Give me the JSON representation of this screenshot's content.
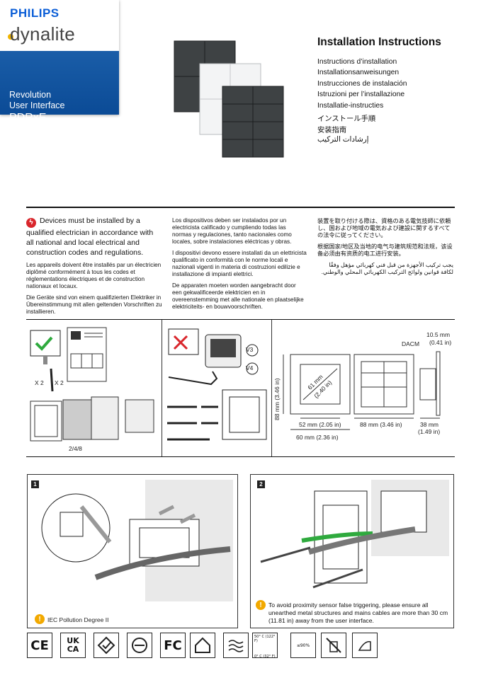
{
  "brand": {
    "company": "PHILIPS",
    "product_line": "dynalite",
    "model": "PDRxE",
    "subtitle1": "Revolution",
    "subtitle2": "User Interface"
  },
  "title": "Installation Instructions",
  "languages": [
    "Instructions d’installation",
    "Installationsanweisungen",
    "Instrucciones de instalación",
    "Istruzioni per l’installazione",
    "Installatie-instructies",
    "インストール手順",
    "安装指南",
    "إرشادات التركيب"
  ],
  "warnings": {
    "en": "Devices must be installed by a qualified electrician in accordance with all national and local electrical and construction codes and regulations.",
    "fr": "Les appareils doivent être installés par un électricien diplômé conformément à tous les codes et réglementations électriques et de construction nationaux et locaux.",
    "de": "Die Geräte sind von einem qualifizierten Elektriker in Übereinstimmung mit allen geltenden Vorschriften zu installieren.",
    "es": "Los dispositivos deben ser instalados por un electricista calificado y cumpliendo todas las normas y regulaciones, tanto nacionales como locales, sobre instalaciones eléctricas y obras.",
    "it": "I dispositivi devono essere installati da un elettricista qualificato in conformità con le norme locali e nazionali vigenti in materia di costruzioni edilizie e installazione di impianti elettrici.",
    "nl": "De apparaten moeten worden aangebracht door een gekwalificeerde elektricien en in overeenstemming met alle nationale en plaatselijke elektriciteits- en bouwvoorschriften.",
    "ja": "装置を取り付ける際は、資格のある電気技師に依頼し、国および地域の電気および建設に関するすべての法令に従ってください。",
    "zh": "根据国家/地区及当地的电气与建筑规范和法规，该设备必须由有资质的电工进行安装。",
    "ar": "يجب تركيب الأجهزة من قبل فني كهربائي مؤهل وفقًا لكافة قوانين ولوائح التركيب الكهربائي المحلي والوطني."
  },
  "contents": {
    "screws_a": "X 2",
    "screws_b": "X 2",
    "variants": "2/4/8",
    "v3": "V3",
    "v4": "V4"
  },
  "dimensions": {
    "dacm": "DACM",
    "depth_top": "10.5 mm",
    "depth_top_in": "(0.41 in)",
    "height": "88 mm (3.46 in)",
    "diag": "61 mm",
    "diag_in": "(2.40 in)",
    "w52": "52 mm (2.05 in)",
    "w60": "60 mm (2.36 in)",
    "w88": "88 mm (3.46 in)",
    "d38": "38 mm",
    "d38_in": "(1.49 in)"
  },
  "steps": {
    "s1": "1",
    "s2": "2",
    "pollution": "IEC Pollution Degree II",
    "proximity_note": "To avoid proximity sensor false triggering, please ensure all unearthed metal structures and mains cables are more than 30 cm (11.81 in) away from the user interface."
  },
  "certs": {
    "ce": "CE",
    "ukca": "UK CA",
    "fc": "FC",
    "temp_hi": "50° C (122° F)",
    "temp_lo": "0° C (32° F)",
    "humidity": "≤90%"
  },
  "colors": {
    "brand_blue": "#0b4b96",
    "philips_blue": "#0b5ed7",
    "warning_red": "#d9262c",
    "warning_yellow": "#f2a900",
    "cable_green": "#2faa3e"
  }
}
